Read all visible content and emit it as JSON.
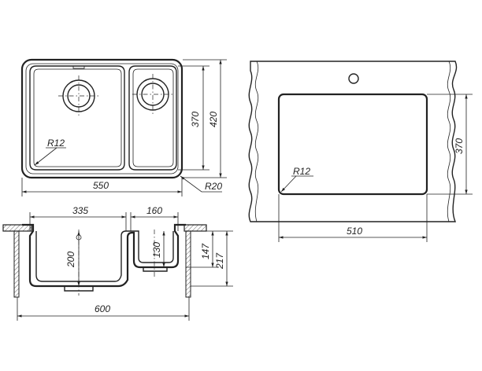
{
  "drawing": {
    "top_view": {
      "dim_width": "550",
      "dim_bowl_height": "370",
      "dim_total_height": "420",
      "radius_inner": "R12",
      "radius_outer": "R20"
    },
    "cutout_view": {
      "dim_width": "510",
      "dim_height": "370",
      "radius": "R12"
    },
    "section_view": {
      "dim_big_bowl": "335",
      "dim_small_bowl": "160",
      "dim_big_depth": "200",
      "dim_small_depth": "130",
      "dim_side_depth": "147",
      "dim_total_depth": "217",
      "dim_total_width": "600"
    }
  }
}
